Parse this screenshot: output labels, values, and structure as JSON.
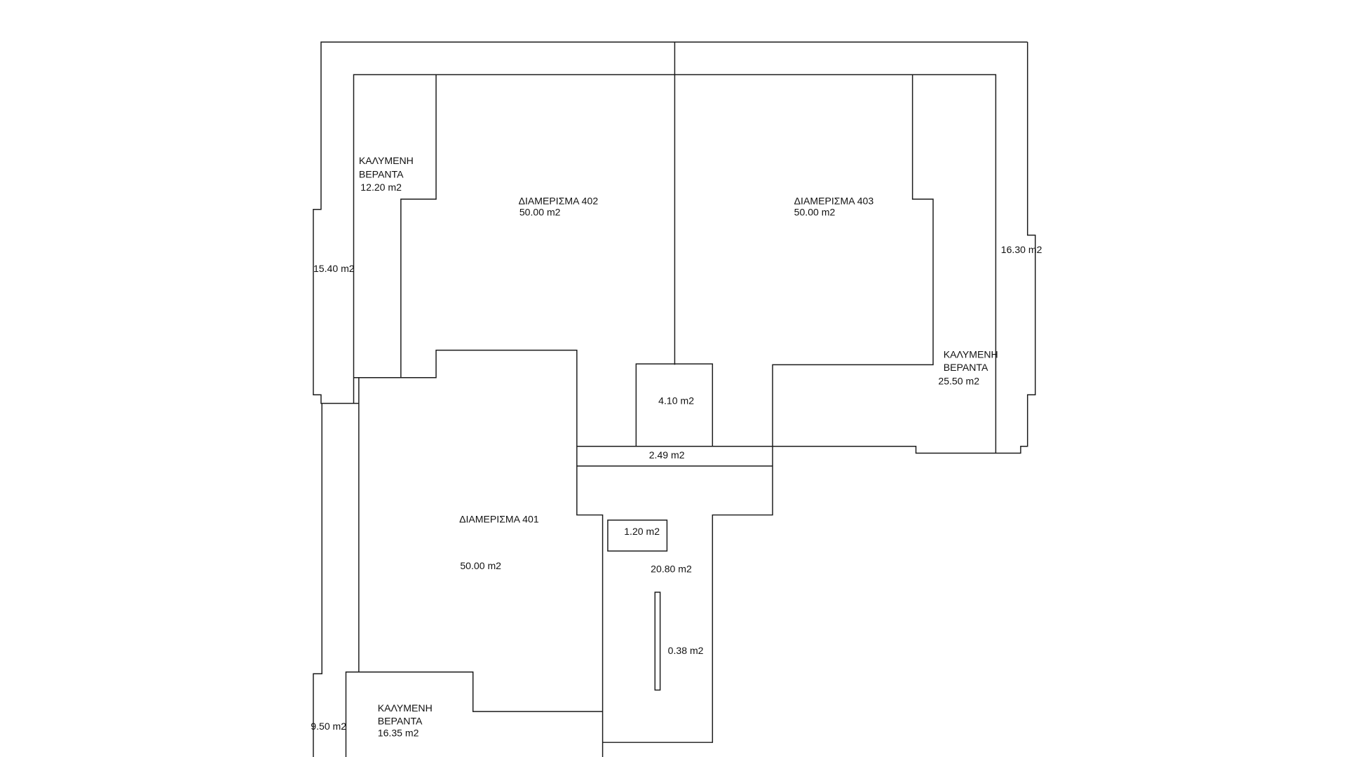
{
  "plan": {
    "veranda_top_left": {
      "line1": "ΚΑΛΥΜΕΝΗ",
      "line2": "ΒΕΡΑΝΤΑ",
      "area": "12.20 m2"
    },
    "apt_402": {
      "name": "ΔΙΑΜΕΡΙΣΜΑ 402",
      "area": "50.00 m2"
    },
    "apt_403": {
      "name": "ΔΙΑΜΕΡΙΣΜΑ 403",
      "area": "50.00 m2"
    },
    "left_strip_area": "15.40 m2",
    "right_strip_area": "16.30 m2",
    "veranda_right": {
      "line1": "ΚΑΛΥΜΕΝΗ",
      "line2": "ΒΕΡΑΝΤΑ",
      "area": "25.50 m2"
    },
    "shaft_area": "4.10 m2",
    "corridor_area": "2.49 m2",
    "apt_401": {
      "name": "ΔΙΑΜΕΡΙΣΜΑ 401",
      "area": "50.00 m2"
    },
    "small_box_area": "1.20 m2",
    "stair_area": "20.80 m2",
    "slot_area": "0.38 m2",
    "veranda_bottom": {
      "line1": "ΚΑΛΥΜΕΝΗ",
      "line2": "ΒΕΡΑΝΤΑ",
      "area": "16.35 m2"
    },
    "bottom_left_strip_area": "9.50 m2"
  }
}
